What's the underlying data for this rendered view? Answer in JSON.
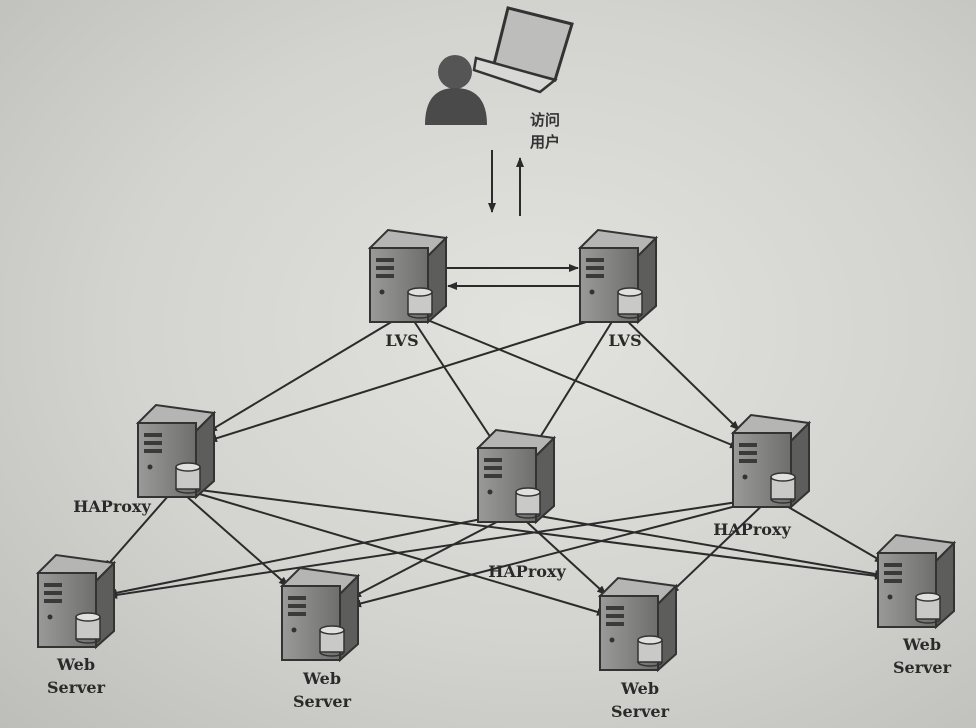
{
  "title": "LVS + HAProxy load balancing architecture",
  "user": {
    "label_line1": "访问",
    "label_line2": "用户"
  },
  "nodes": [
    {
      "id": "lvs1",
      "type": "LVS",
      "label": [
        "LVS"
      ]
    },
    {
      "id": "lvs2",
      "type": "LVS",
      "label": [
        "LVS"
      ]
    },
    {
      "id": "ha1",
      "type": "HAProxy",
      "label": [
        "HAProxy"
      ]
    },
    {
      "id": "ha2",
      "type": "HAProxy",
      "label": [
        "HAProxy"
      ]
    },
    {
      "id": "ha3",
      "type": "HAProxy",
      "label": [
        "HAProxy"
      ]
    },
    {
      "id": "web1",
      "type": "Web Server",
      "label": [
        "Web",
        "Server"
      ]
    },
    {
      "id": "web2",
      "type": "Web Server",
      "label": [
        "Web",
        "Server"
      ]
    },
    {
      "id": "web3",
      "type": "Web Server",
      "label": [
        "Web",
        "Server"
      ]
    },
    {
      "id": "web4",
      "type": "Web Server",
      "label": [
        "Web",
        "Server"
      ]
    }
  ],
  "edges": [
    [
      "lvs1",
      "lvs2"
    ],
    [
      "lvs2",
      "lvs1"
    ],
    [
      "lvs1",
      "ha1"
    ],
    [
      "lvs1",
      "ha2"
    ],
    [
      "lvs1",
      "ha3"
    ],
    [
      "lvs2",
      "ha1"
    ],
    [
      "lvs2",
      "ha2"
    ],
    [
      "lvs2",
      "ha3"
    ],
    [
      "ha1",
      "web1"
    ],
    [
      "ha1",
      "web2"
    ],
    [
      "ha1",
      "web3"
    ],
    [
      "ha1",
      "web4"
    ],
    [
      "ha2",
      "web1"
    ],
    [
      "ha2",
      "web2"
    ],
    [
      "ha2",
      "web3"
    ],
    [
      "ha2",
      "web4"
    ],
    [
      "ha3",
      "web1"
    ],
    [
      "ha3",
      "web2"
    ],
    [
      "ha3",
      "web3"
    ],
    [
      "ha3",
      "web4"
    ]
  ],
  "colors": {
    "line": "#2b2b2b",
    "server": "#7a7a78",
    "background": "#d6d6d2"
  }
}
